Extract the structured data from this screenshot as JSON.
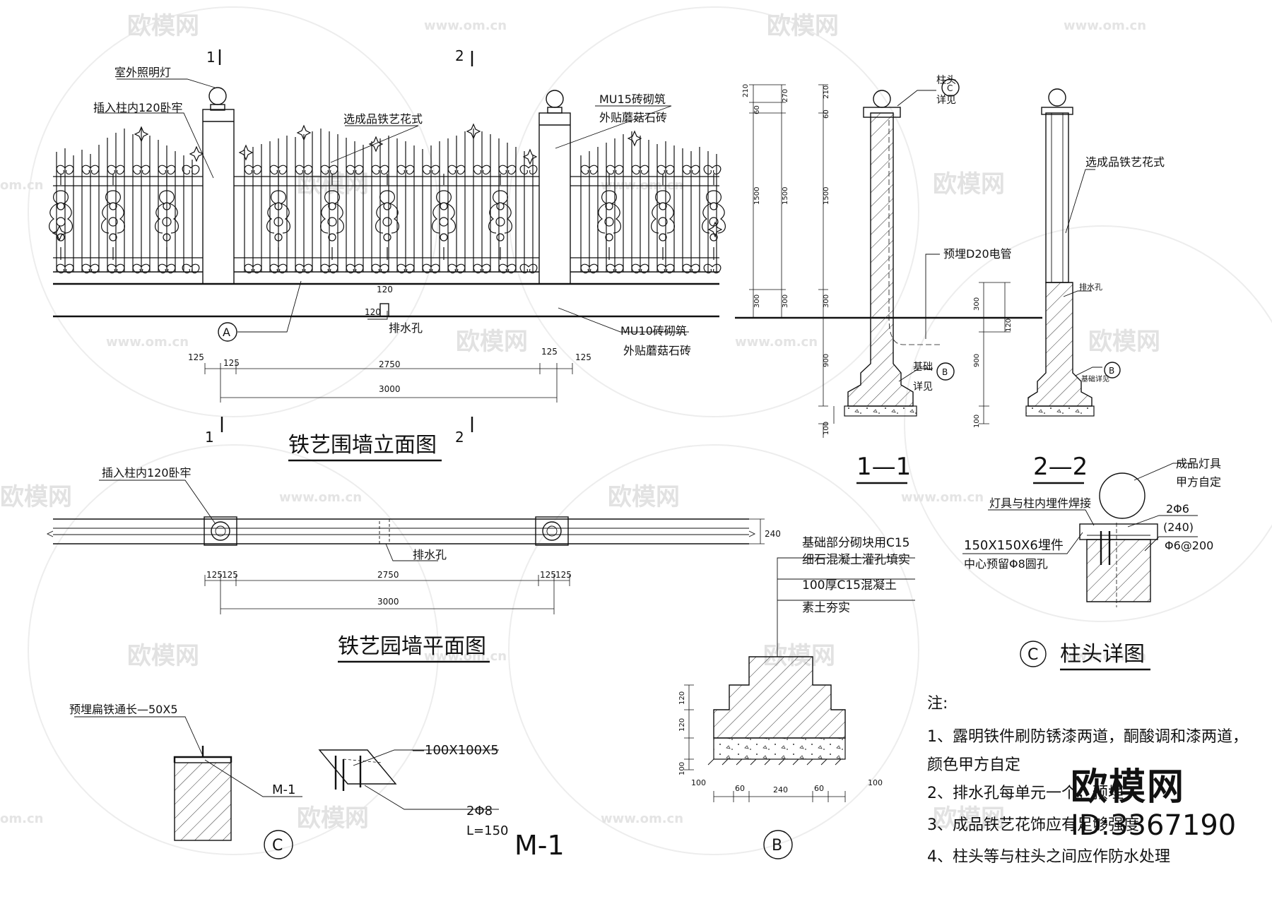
{
  "watermark": {
    "brand": "欧模网",
    "url": "www.om.cn",
    "url_partial": "om.cn"
  },
  "brand_corner": {
    "name": "欧模网",
    "id": "ID:3367190"
  },
  "elevation": {
    "title": "铁艺围墙立面图",
    "labels": {
      "light": "室外照明灯",
      "bar120": "插入柱内120卧牢",
      "ironwork": "选成品铁艺花式",
      "pier_mat": "MU15砖砌筑",
      "pier_face": "外贴蘑菇石砖",
      "base_mat": "MU10砖砌筑",
      "base_face": "外贴蘑菇石砖",
      "drain": "排水孔",
      "drain_w": "120",
      "drain_h": "120"
    },
    "section_marks": [
      "1",
      "2",
      "1",
      "2"
    ],
    "detail_ref": "A",
    "dims": {
      "a": "125",
      "b": "125",
      "mid": "2750",
      "c": "125",
      "d": "125",
      "total": "3000"
    }
  },
  "plan": {
    "title": "铁艺园墙平面图",
    "labels": {
      "bar120": "插入柱内120卧牢",
      "drain": "排水孔",
      "width": "240"
    },
    "dims": {
      "a": "125",
      "b": "125",
      "mid": "2750",
      "c": "125",
      "d": "125",
      "total": "3000"
    }
  },
  "section1": {
    "title": "1—1",
    "dims_left": [
      "210",
      "60",
      "1500",
      "300",
      "900",
      "100"
    ],
    "dims_inner": [
      "270",
      "1500",
      "300"
    ],
    "labels": {
      "cap_ref_a": "柱头",
      "cap_ref_b": "详见",
      "cap_circle": "C",
      "conduit": "预埋D20电管",
      "base_ref_a": "基础",
      "base_ref_b": "详见",
      "base_circle": "B"
    }
  },
  "section2": {
    "title": "2—2",
    "labels": {
      "ironwork": "选成品铁艺花式",
      "drain": "排水孔",
      "base_ref": "基础详见",
      "base_circle": "B"
    },
    "dims": [
      "300",
      "120",
      "900",
      "100"
    ]
  },
  "cap_detail": {
    "title": "柱头详图",
    "circle": "C",
    "labels": {
      "lamp": "成品灯具",
      "lamp2": "甲方自定",
      "weld": "灯具与柱内埋件焊接",
      "bars": "2Φ6",
      "w240": "(240)",
      "stir": "Φ6@200",
      "plate": "150X150X6埋件",
      "hole": "中心预留Φ8圆孔"
    }
  },
  "footing": {
    "circle": "B",
    "legend": [
      "基础部分砌块用C15",
      "细石混凝土灌孔填实",
      "100厚C15混凝土",
      "素土夯实"
    ],
    "dims_v": [
      "120",
      "120",
      "100"
    ],
    "dims_h": [
      "100",
      "60",
      "240",
      "60",
      "100"
    ]
  },
  "embed_c": {
    "circle": "C",
    "labels": {
      "flat": "预埋扁铁通长—50X5",
      "m1": "M-1"
    }
  },
  "m1": {
    "title": "M-1",
    "labels": {
      "plate": "—100X100X5",
      "bars": "2Φ8",
      "len": "L=150"
    }
  },
  "notes": {
    "title": "注:",
    "lines": [
      "1、露明铁件刷防锈漆两道，酮酸调和漆两道，",
      "颜色甲方自定",
      "2、排水孔每单元一个，预埋",
      "3、成品铁艺花饰应有足够强度",
      "4、柱头等与柱头之间应作防水处理"
    ]
  }
}
